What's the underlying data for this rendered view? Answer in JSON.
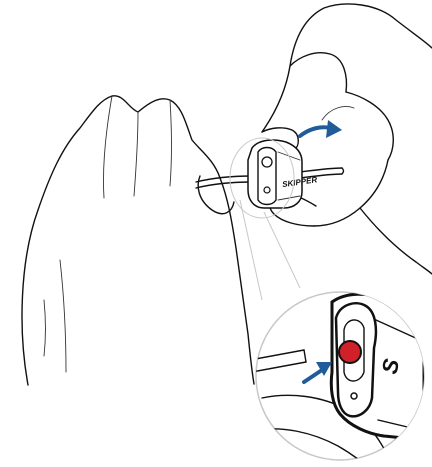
{
  "illustration": {
    "device_brand": "SKIPPER",
    "zoom_brand": "S",
    "colors": {
      "line": "#111111",
      "arrow": "#1f5c99",
      "highlight_button": "#d0202a",
      "callout_outline": "#c8c8c8",
      "device_fill": "#ffffff"
    },
    "icons": [
      "hand-right",
      "hand-left",
      "clip-device",
      "cable",
      "push-arrow-icon",
      "insert-arrow-icon",
      "button-highlight-icon"
    ]
  }
}
